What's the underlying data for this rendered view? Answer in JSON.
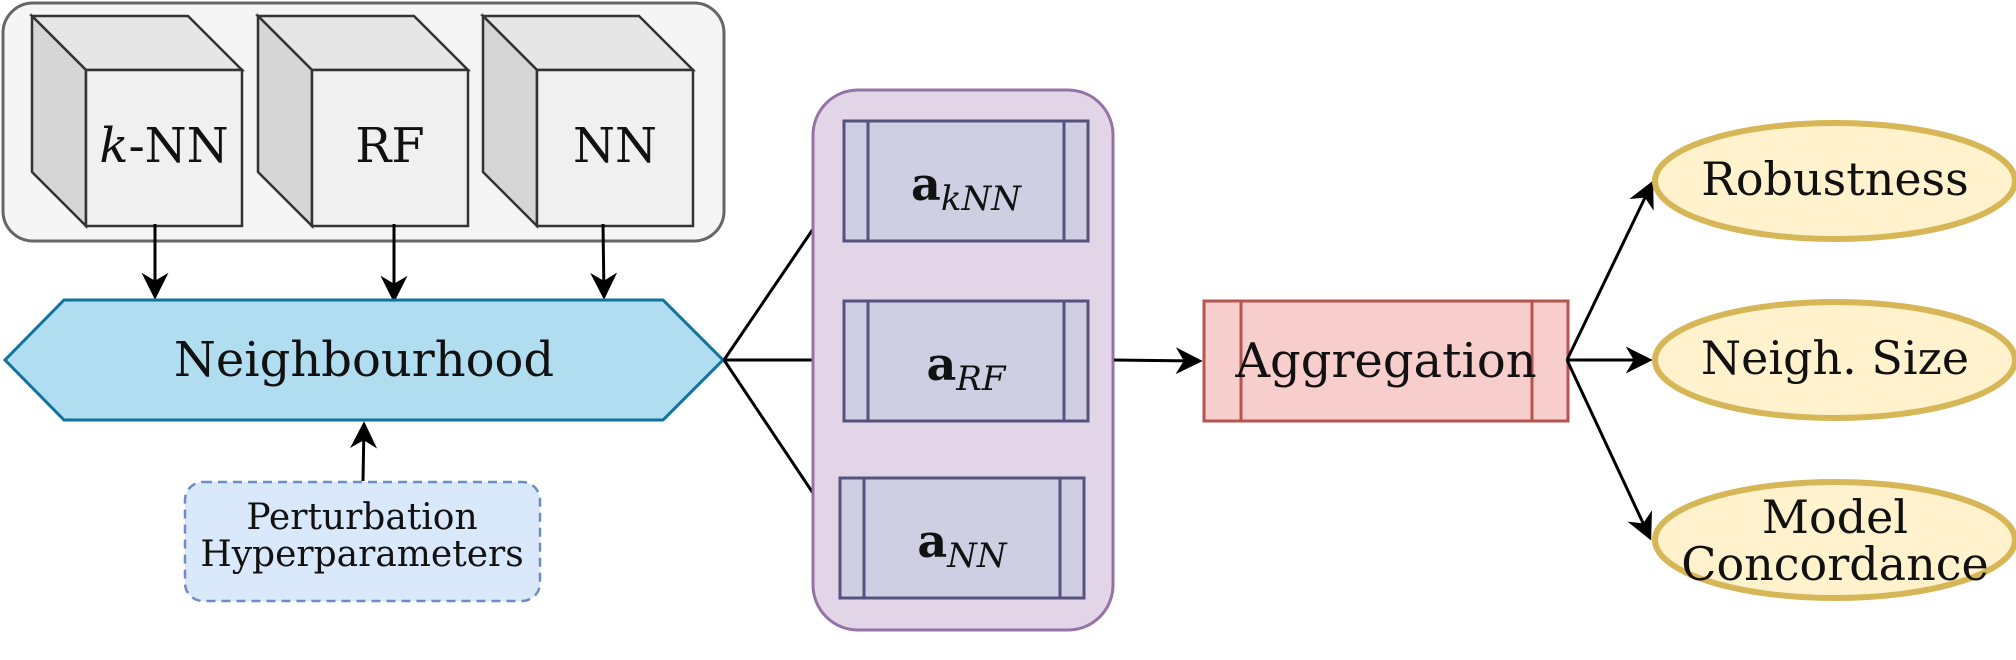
{
  "models": [
    {
      "prefix": "k",
      "suffix": "-NN",
      "name": "k-NN"
    },
    {
      "prefix": "",
      "suffix": "RF",
      "name": "RF"
    },
    {
      "prefix": "",
      "suffix": "NN",
      "name": "NN"
    }
  ],
  "neighbourhood": {
    "label": "Neighbourhood"
  },
  "perturbation": {
    "line1": "Perturbation",
    "line2": "Hyperparameters"
  },
  "attributions": [
    {
      "base": "a",
      "sub": "kNN"
    },
    {
      "base": "a",
      "sub": "RF"
    },
    {
      "base": "a",
      "sub": "NN"
    }
  ],
  "aggregation": {
    "label": "Aggregation"
  },
  "metrics": [
    {
      "lines": [
        "Robustness"
      ]
    },
    {
      "lines": [
        "Neigh. Size"
      ]
    },
    {
      "lines": [
        "Model",
        "Concordance"
      ]
    }
  ],
  "colors": {
    "models_group_fill": "#f5f5f5",
    "cube_front": "#f0f0f0",
    "cube_side": "#d6d6d6",
    "cube_top": "#e6e6e6",
    "neighbourhood_fill": "#b1ddf0",
    "neighbourhood_stroke": "#10739e",
    "perturbation_fill": "#dae8fc",
    "perturbation_stroke": "#6c8ebf",
    "attr_group_fill": "#e1d5e7",
    "attr_group_stroke": "#9673a6",
    "attr_box_fill": "#d0cee2",
    "attr_box_stroke": "#56517e",
    "aggregation_fill": "#f8cecc",
    "aggregation_stroke": "#b85450",
    "metric_fill": "#fff2cc",
    "metric_stroke": "#d6b656"
  }
}
